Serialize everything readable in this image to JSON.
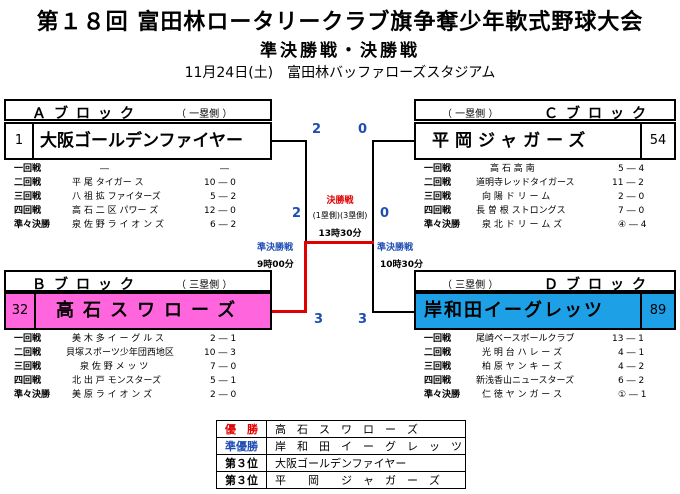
{
  "header": {
    "title": "第１８回 富田林ロータリークラブ旗争奪少年軟式野球大会",
    "subtitle": "準決勝戦・決勝戦",
    "dateline": "11月24日(土)　富田林バッファローズスタジアム"
  },
  "blocks": {
    "A": {
      "name": "Ａブロック",
      "side": "（ 一塁側 ）",
      "seed": "1",
      "team": "大阪ゴールデンファイヤー",
      "results": [
        {
          "round": "一回戦",
          "opp": "―",
          "score": "―"
        },
        {
          "round": "二回戦",
          "opp": "平 尾 タイガー ス",
          "score": "10 ― 0"
        },
        {
          "round": "三回戦",
          "opp": "八 祖 拡 ファイターズ",
          "score": "5 ― 2"
        },
        {
          "round": "四回戦",
          "opp": "高 石 二 区 パワー ズ",
          "score": "12 ― 0"
        },
        {
          "round": "準々決勝",
          "opp": "泉 佐 野 ラ イ オ ン ズ",
          "score": "6 ― 2"
        }
      ]
    },
    "B": {
      "name": "Ｂブロック",
      "side": "（ 三塁側 ）",
      "seed": "32",
      "team": "高石スワローズ",
      "results": [
        {
          "round": "一回戦",
          "opp": "美 木 多 イ ー グ ル ス",
          "score": "2 ― 1"
        },
        {
          "round": "二回戦",
          "opp": "貝塚スポーツ少年団西地区",
          "score": "10 ― 3"
        },
        {
          "round": "三回戦",
          "opp": "泉 佐 野 メ ッ ツ",
          "score": "7 ― 0"
        },
        {
          "round": "四回戦",
          "opp": "北 出 戸 モンスターズ",
          "score": "5 ― 1"
        },
        {
          "round": "準々決勝",
          "opp": "美 原 ラ イ オ ン ズ",
          "score": "2 ― 0"
        }
      ]
    },
    "C": {
      "name": "Ｃブロック",
      "side": "（ 一塁側 ）",
      "seed": "54",
      "team": "平岡ジャガーズ",
      "results": [
        {
          "round": "一回戦",
          "opp": "高 石 高 南",
          "score": "5 ― 4"
        },
        {
          "round": "二回戦",
          "opp": "道明寺レッドタイガース",
          "score": "11 ― 2"
        },
        {
          "round": "三回戦",
          "opp": "向 陽 ド リ ー ム",
          "score": "2 ― 0"
        },
        {
          "round": "四回戦",
          "opp": "長 曽 根 ストロングス",
          "score": "7 ― 0"
        },
        {
          "round": "準々決勝",
          "opp": "泉 北 ド リ ー ム ズ",
          "score": "④ ― 4"
        }
      ]
    },
    "D": {
      "name": "Ｄブロック",
      "side": "（ 三塁側 ）",
      "seed": "89",
      "team": "岸和田イーグレッツ",
      "results": [
        {
          "round": "一回戦",
          "opp": "尾崎ベースボールクラブ",
          "score": "13 ― 1"
        },
        {
          "round": "二回戦",
          "opp": "光 明 台 ハ レ ー ズ",
          "score": "4 ― 1"
        },
        {
          "round": "三回戦",
          "opp": "柏 原 ヤ ン キ ー ズ",
          "score": "4 ― 2"
        },
        {
          "round": "四回戦",
          "opp": "新浅香山ニュースターズ",
          "score": "6 ― 2"
        },
        {
          "round": "準々決勝",
          "opp": "仁 徳 ヤ ン ガ ー ス",
          "score": "① ― 1"
        }
      ]
    }
  },
  "bracket": {
    "semi_label": "準決勝戦",
    "semi_left_time": "9時00分",
    "semi_right_time": "10時30分",
    "final_label": "決勝戦",
    "final_sides": "(1塁側)(3塁側)",
    "final_time": "13時30分",
    "scores": {
      "a": "2",
      "c": "0",
      "left_final": "2",
      "right_final": "0",
      "b": "3",
      "d": "3"
    }
  },
  "summary": [
    {
      "rank": "優　勝",
      "team": "高　石　ス　ワ　ロ　ー　ズ"
    },
    {
      "rank": "準優勝",
      "team": "岸　和　田　イ　ー　グ　レ　ッ　ツ"
    },
    {
      "rank": "第３位",
      "team": "大阪ゴールデンファイヤー"
    },
    {
      "rank": "第３位",
      "team": "平　　岡　　ジ　ャ　ガ　ー　ズ"
    }
  ],
  "colors": {
    "pink": "#ff66dd",
    "cyan": "#1ea0e6",
    "red": "#e00000",
    "blue": "#1f4db3"
  }
}
